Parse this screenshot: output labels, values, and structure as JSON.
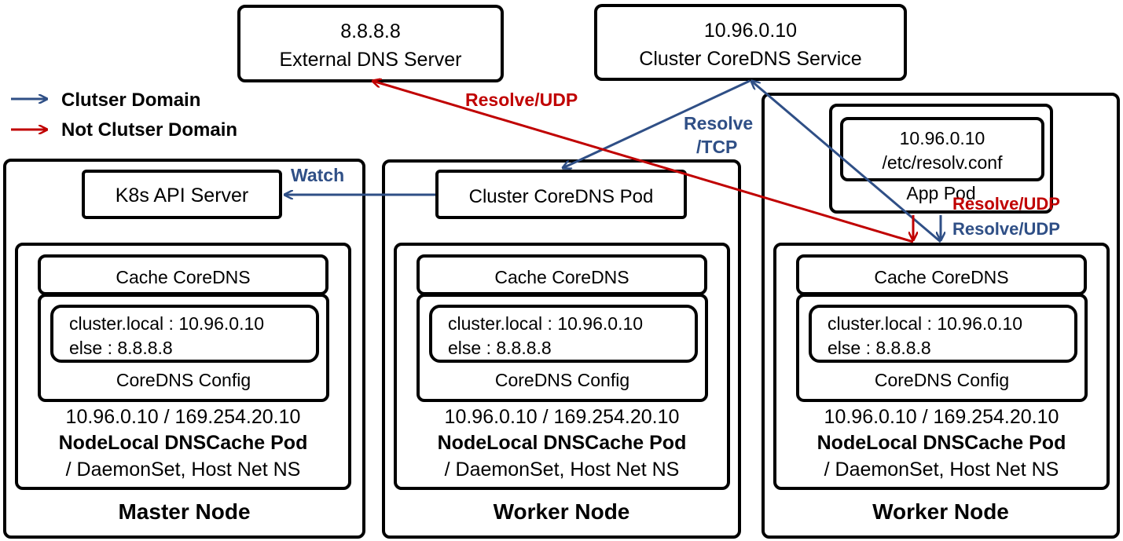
{
  "external_dns": {
    "ip": "8.8.8.8",
    "label": "External DNS Server"
  },
  "cluster_service": {
    "ip": "10.96.0.10",
    "label": "Cluster CoreDNS Service"
  },
  "legend": [
    {
      "label": "Clutser Domain",
      "color": "#2f4f86"
    },
    {
      "label": "Not Clutser Domain",
      "color": "#c00000"
    }
  ],
  "api_server": "K8s API Server",
  "coredns_pod": "Cluster CoreDNS Pod",
  "app_pod": {
    "ip": "10.96.0.10",
    "file": "/etc/resolv.conf",
    "label": "App Pod"
  },
  "edges": {
    "watch": "Watch",
    "resolve_tcp_1": "Resolve",
    "resolve_tcp_2": "/TCP",
    "resolve_udp_ext": "Resolve/UDP",
    "resolve_udp_red": "Resolve/UDP",
    "resolve_udp_blue": "Resolve/UDP"
  },
  "cache": {
    "cache_label": "Cache CoreDNS",
    "config_line1": "cluster.local : 10.96.0.10",
    "config_line2": "else : 8.8.8.8",
    "config_label": "CoreDNS Config",
    "ips": "10.96.0.10 / 169.254.20.10",
    "pod_name": "NodeLocal DNSCache Pod",
    "pod_type": "/ DaemonSet, Host Net NS"
  },
  "nodes": [
    {
      "name": "Master Node"
    },
    {
      "name": "Worker Node"
    },
    {
      "name": "Worker Node"
    }
  ]
}
